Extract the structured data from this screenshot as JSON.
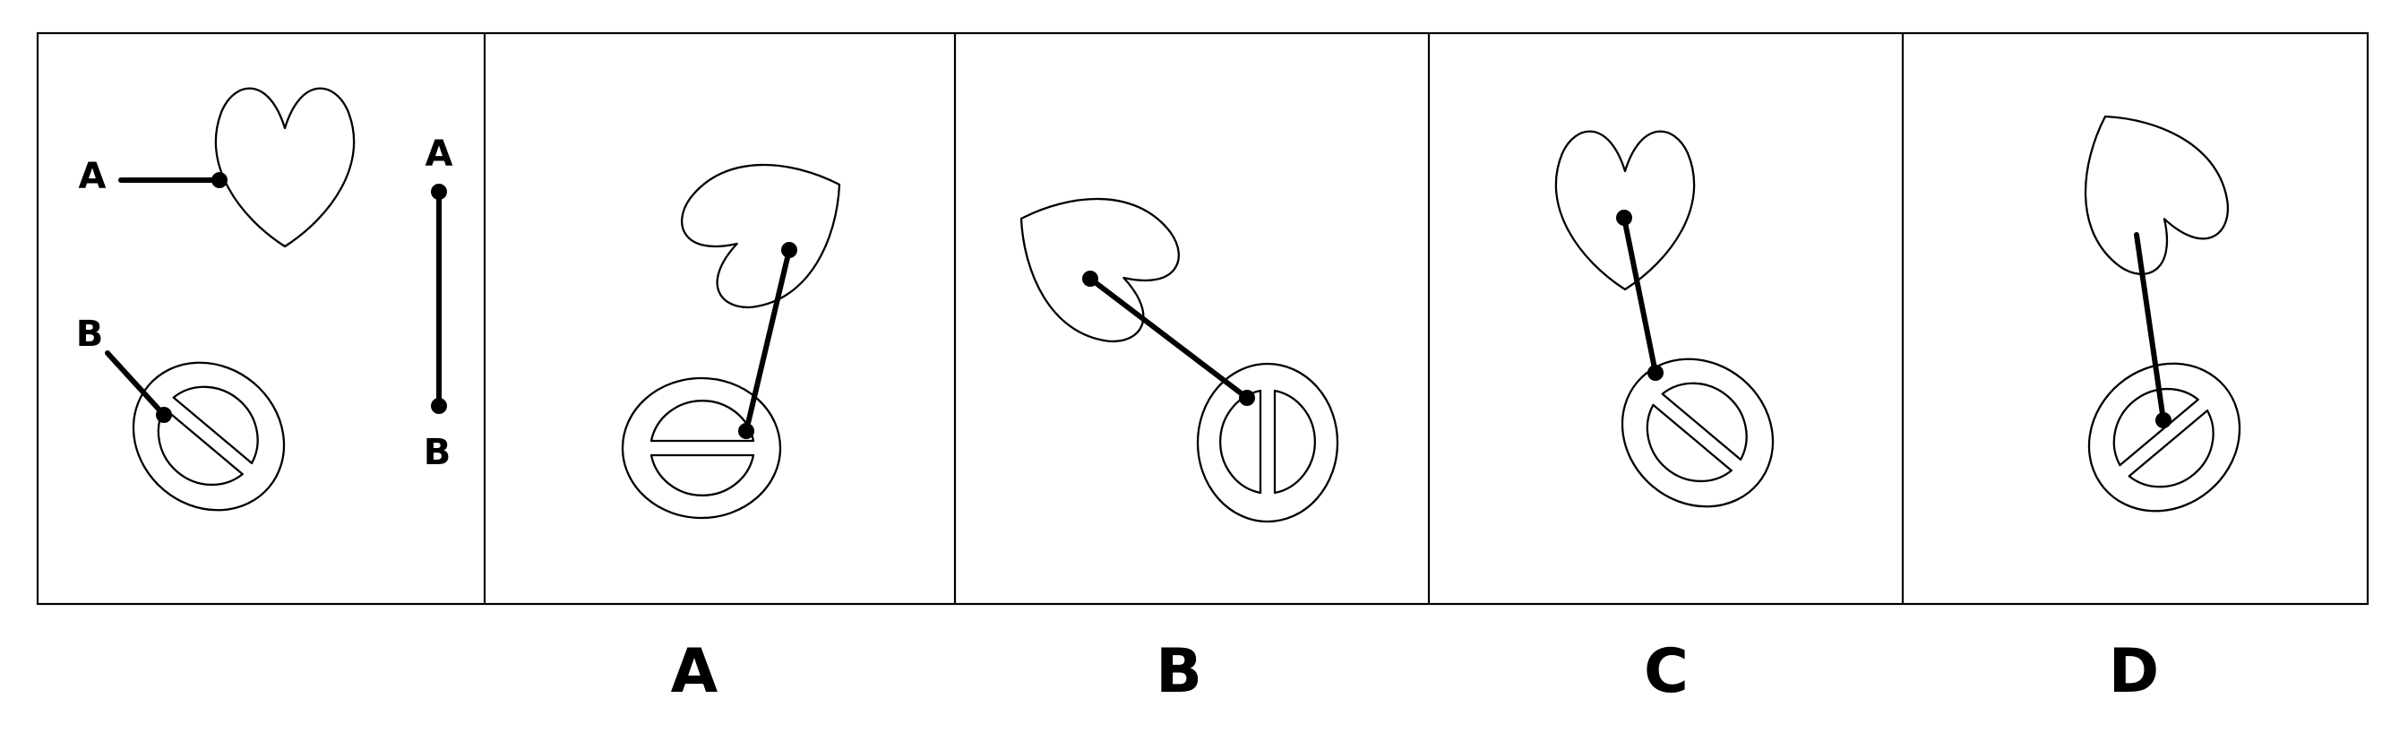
{
  "question": {
    "label_a": "A",
    "label_b": "B",
    "segment_label_top": "A",
    "segment_label_bottom": "B"
  },
  "options": [
    {
      "label": "A"
    },
    {
      "label": "B"
    },
    {
      "label": "C"
    },
    {
      "label": "D"
    }
  ]
}
